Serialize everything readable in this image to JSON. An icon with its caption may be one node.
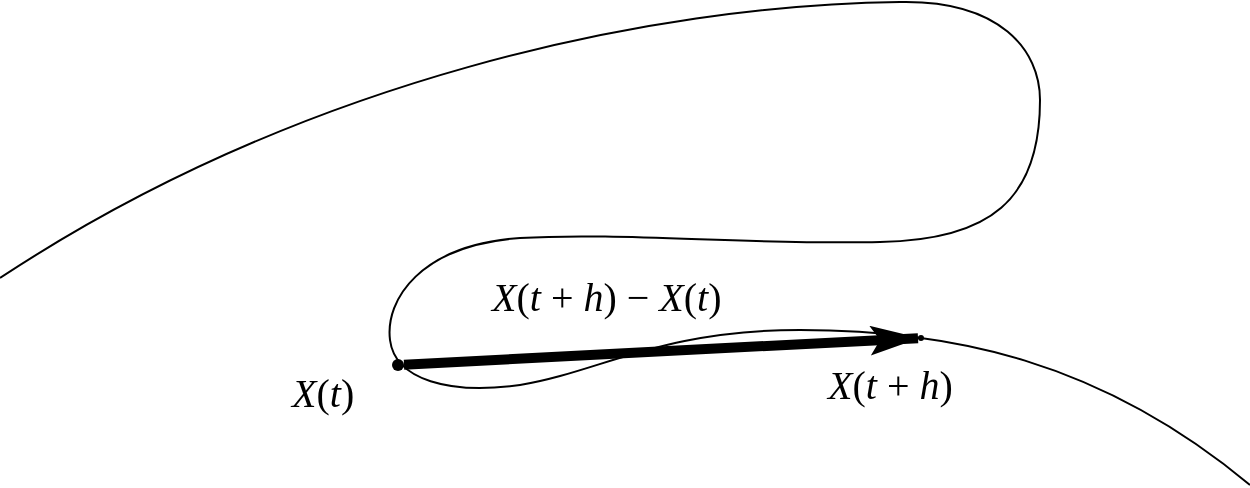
{
  "diagram": {
    "nodes": [
      {
        "text": [],
        "shape": "circle",
        "beside": [
          "*X*(*t*)"
        ]
      },
      {
        "text": [],
        "shape": "circle",
        "beside": [
          "*X*(*t* + *h*)"
        ]
      }
    ],
    "edges": [
      {
        "from": 0,
        "to": 1,
        "arrow": "to",
        "label": "*X*(*t* + *h*) − *X*(*t*)"
      }
    ]
  }
}
